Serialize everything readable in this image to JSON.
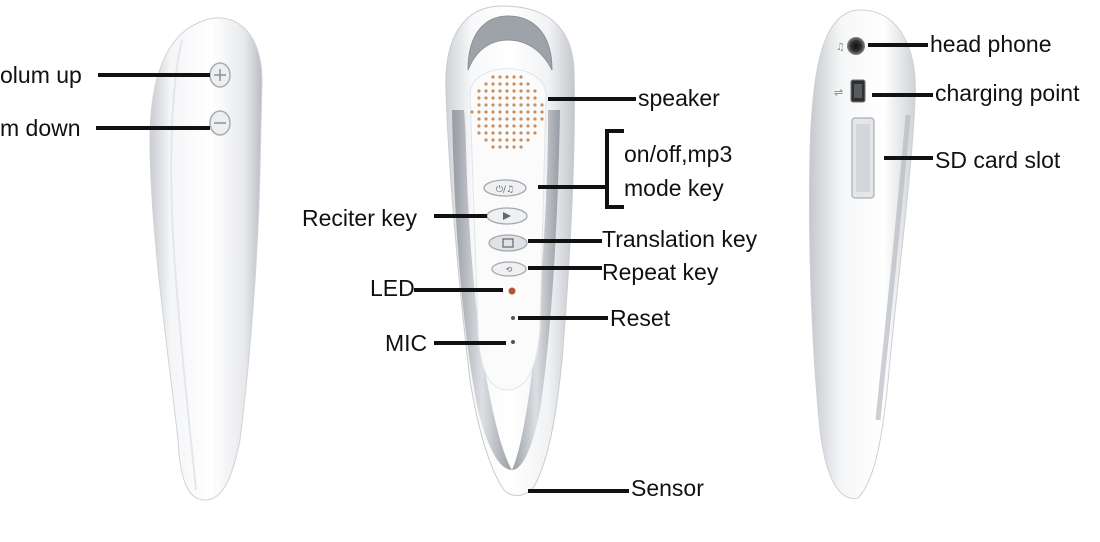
{
  "colors": {
    "line": "#111111",
    "body_shadow": "#9aa0a6",
    "accent": "#c6cad0"
  },
  "labels": {
    "volume_up": "olum up",
    "volume_down": "m down",
    "speaker": "speaker",
    "mode_key_line1": "on/off,mp3",
    "mode_key_line2": "mode key",
    "reciter_key": "Reciter key",
    "translation_key": "Translation key",
    "repeat_key": "Repeat key",
    "led": "LED",
    "reset": "Reset",
    "mic": "MIC",
    "sensor": "Sensor",
    "head_phone": "head phone",
    "charging_point": "charging point",
    "sd_card_slot": "SD card slot"
  },
  "icons": [
    "volume-up-icon",
    "volume-down-icon",
    "speaker-grille-icon",
    "power-mode-button-icon",
    "play-button-icon",
    "translation-button-icon",
    "repeat-button-icon",
    "headphone-jack-icon",
    "usb-port-icon",
    "sd-slot-icon"
  ]
}
